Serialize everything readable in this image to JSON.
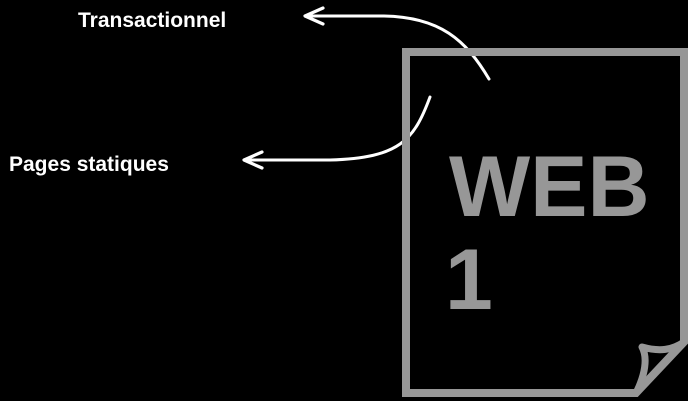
{
  "labels": {
    "top": "Transactionnel",
    "left": "Pages statiques"
  },
  "document": {
    "line1": "WEB",
    "line2": "1"
  },
  "colors": {
    "background": "#000000",
    "label_text": "#ffffff",
    "arrow": "#ffffff",
    "document": "#979797"
  }
}
